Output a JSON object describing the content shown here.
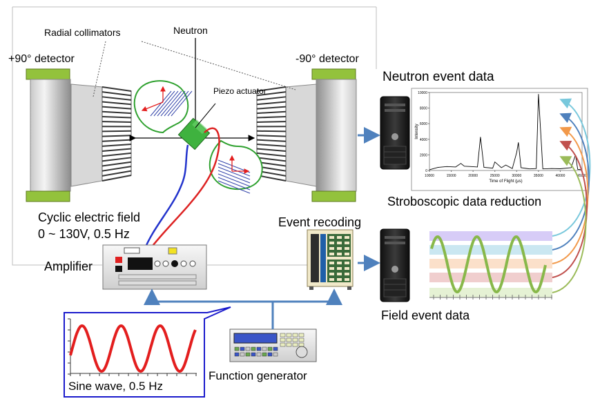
{
  "labels": {
    "radial_collimators": "Radial collimators",
    "neutron": "Neutron",
    "plus90_detector": "+90°  detector",
    "minus90_detector": "-90°  detector",
    "piezo_actuator": "Piezo actuator",
    "neutron_event_data": "Neutron event data",
    "stroboscopic_data_reduction": "Stroboscopic data reduction",
    "cyclic_electric_field_line1": "Cyclic electric field",
    "cyclic_electric_field_line2": "0 ~ 130V, 0.5 Hz",
    "event_recoding": "Event recoding",
    "amplifier": "Amplifier",
    "field_event_data": "Field event data",
    "function_generator": "Function generator",
    "sine_wave": "Sine wave, 0.5 Hz"
  },
  "tof_chart": {
    "xlabel": "Time of Flight (μs)",
    "ylabel": "Intensity",
    "x_ticks": [
      "10000",
      "15000",
      "20000",
      "25000",
      "30000",
      "35000",
      "40000",
      "45000"
    ],
    "y_ticks": [
      "0",
      "2000",
      "4000",
      "6000",
      "8000",
      "10000"
    ]
  },
  "chart_data": {
    "type": "line",
    "title": "",
    "xlabel": "Time of Flight (μs)",
    "ylabel": "Intensity",
    "xlim": [
      10000,
      45000
    ],
    "ylim": [
      0,
      10000
    ],
    "x": [
      10000,
      12000,
      14000,
      16000,
      17200,
      18000,
      19500,
      21000,
      21700,
      22500,
      24500,
      25000,
      26500,
      27500,
      29000,
      30000,
      30400,
      31000,
      33000,
      34500,
      35000,
      36000,
      38000,
      40000,
      42500,
      43500,
      44000,
      45000
    ],
    "series": [
      {
        "values": [
          100,
          400,
          500,
          450,
          900,
          550,
          500,
          450,
          4300,
          400,
          300,
          1100,
          350,
          700,
          250,
          2300,
          3600,
          350,
          200,
          250,
          9800,
          200,
          250,
          220,
          350,
          2000,
          150,
          100
        ]
      }
    ]
  },
  "colors": {
    "detector_green": "#93c23c",
    "piezo_green": "#3fb23f",
    "sine_red": "#e31e1e",
    "wave_green": "#88b84a",
    "arrow_blue": "#4f81bd",
    "wire_blue": "#2233cc",
    "wire_red": "#dd2222",
    "bands": [
      "#b7a2f0",
      "#9fd4e6",
      "#f8c79e",
      "#e3a6a6",
      "#cfe6b0"
    ],
    "fanout": [
      "#78c8dc",
      "#4f81bd",
      "#f2994a",
      "#c0504d",
      "#9bbb59"
    ]
  },
  "icons": [
    "computer-tower-icon",
    "rack-instrument-icon",
    "function-generator-icon",
    "amplifier-icon"
  ]
}
